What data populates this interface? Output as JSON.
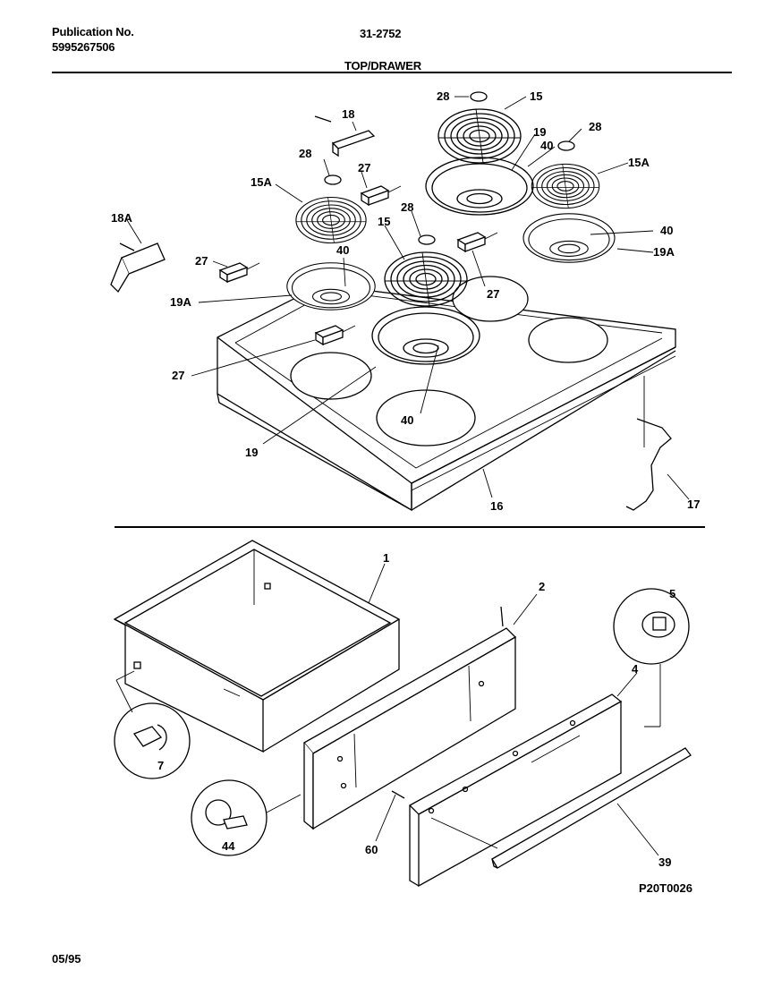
{
  "header": {
    "publication_label": "Publication No.",
    "publication_number": "5995267506",
    "model_number": "31-2752",
    "section_title": "TOP/DRAWER"
  },
  "footer": {
    "drawing_code": "P20T0026",
    "date_code": "05/95"
  },
  "callouts": {
    "c28a": "28",
    "c15a": "15",
    "c18": "18",
    "c19a": "19",
    "c40a": "40",
    "c28b": "28",
    "c28c": "28",
    "c27a": "27",
    "c15Aa": "15A",
    "c15Ab": "15A",
    "c18A": "18A",
    "c28d": "28",
    "c15b": "15",
    "c40b": "40",
    "c27b": "27",
    "c27c": "27",
    "c40c": "40",
    "c19Aa": "19A",
    "c19Ab": "19A",
    "c27d": "27",
    "c40d": "40",
    "c19b": "19",
    "c16": "16",
    "c17": "17",
    "c1": "1",
    "c2": "2",
    "c5": "5",
    "c4": "4",
    "c7": "7",
    "c44": "44",
    "c60": "60",
    "c39": "39"
  }
}
